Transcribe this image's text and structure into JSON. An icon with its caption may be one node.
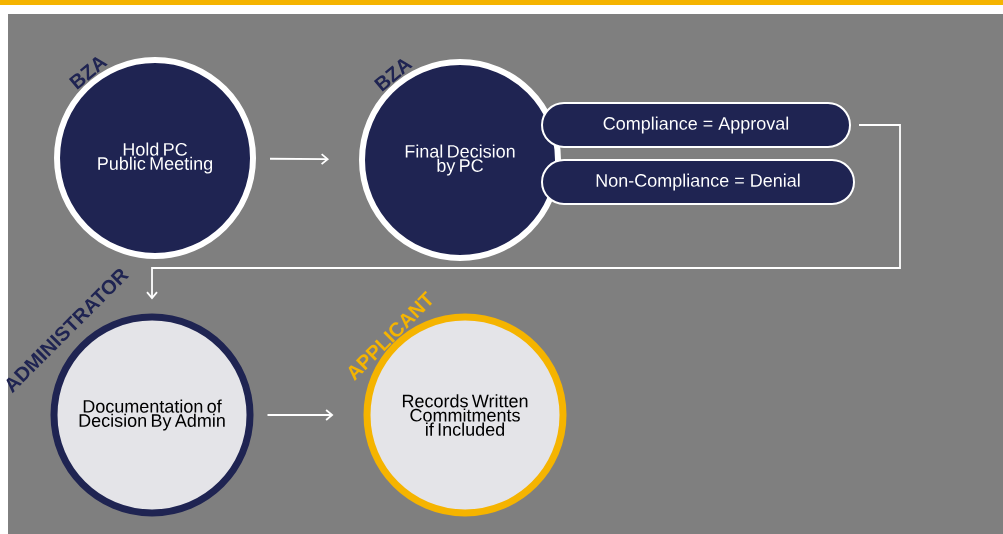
{
  "diagram": {
    "nodes": [
      {
        "text": [
          "BZA",
          "Hold PC Public Meeting"
        ]
      },
      {
        "text": [
          "BZA",
          "Final Decision by PC"
        ]
      },
      {
        "text": [
          "Compliance = Approval"
        ]
      },
      {
        "text": [
          "Non-Compliance = Denial"
        ]
      },
      {
        "text": [
          "ADMINISTRATOR",
          "Documentation of Decision By Admin"
        ]
      },
      {
        "text": [
          "APPLICANT",
          "Records Written Commitments if Included"
        ]
      }
    ],
    "edges": [
      {
        "from": 0,
        "to": 1,
        "arrow": "to"
      },
      {
        "from": 2,
        "to": 4,
        "arrow": "to"
      },
      {
        "from": 4,
        "to": 5,
        "arrow": "to"
      }
    ]
  }
}
